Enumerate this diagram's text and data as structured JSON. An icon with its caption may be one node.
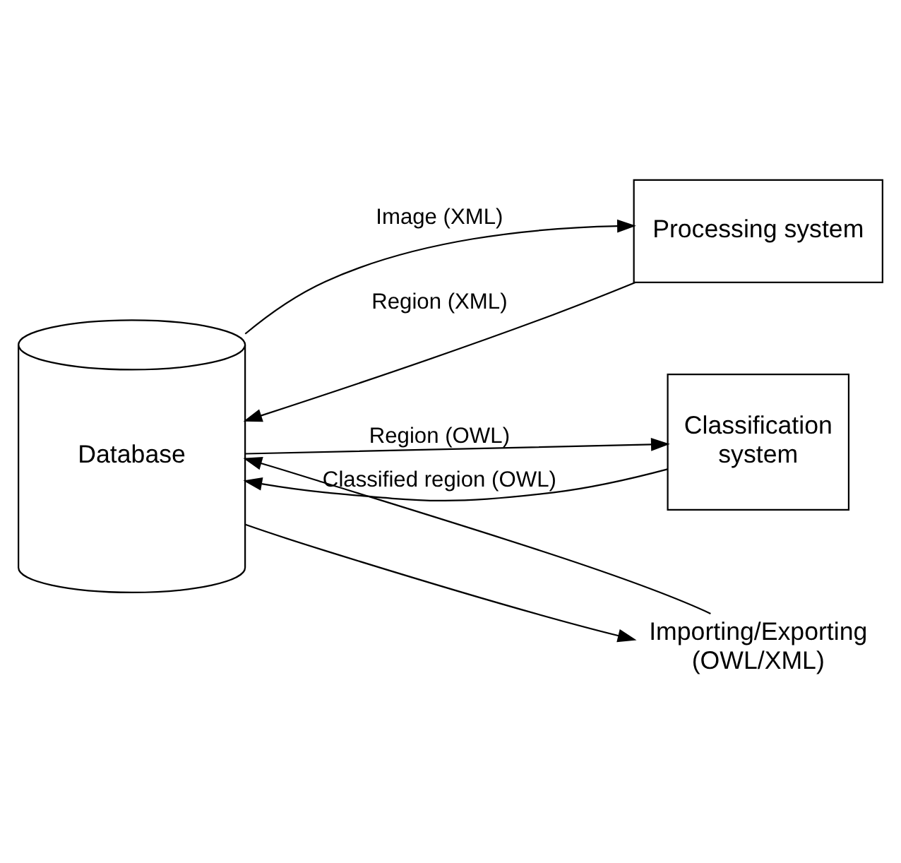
{
  "diagram": {
    "nodes": [
      {
        "text": [
          "Database"
        ]
      },
      {
        "text": [
          "Processing system"
        ]
      },
      {
        "text": [
          "Classification system"
        ]
      },
      {
        "text": [
          "Importing/Exporting (OWL/XML)"
        ]
      }
    ],
    "edges": [
      {
        "from": 0,
        "to": 1,
        "arrow": "to",
        "label": "Image (XML)"
      },
      {
        "from": 1,
        "to": 0,
        "arrow": "to",
        "label": "Region (XML)"
      },
      {
        "from": 0,
        "to": 2,
        "arrow": "to",
        "label": "Region (OWL)"
      },
      {
        "from": 2,
        "to": 0,
        "arrow": "to",
        "label": "Classified region (OWL)"
      },
      {
        "from": 3,
        "to": 0,
        "arrow": "to"
      },
      {
        "from": 0,
        "to": 3,
        "arrow": "to"
      }
    ]
  }
}
